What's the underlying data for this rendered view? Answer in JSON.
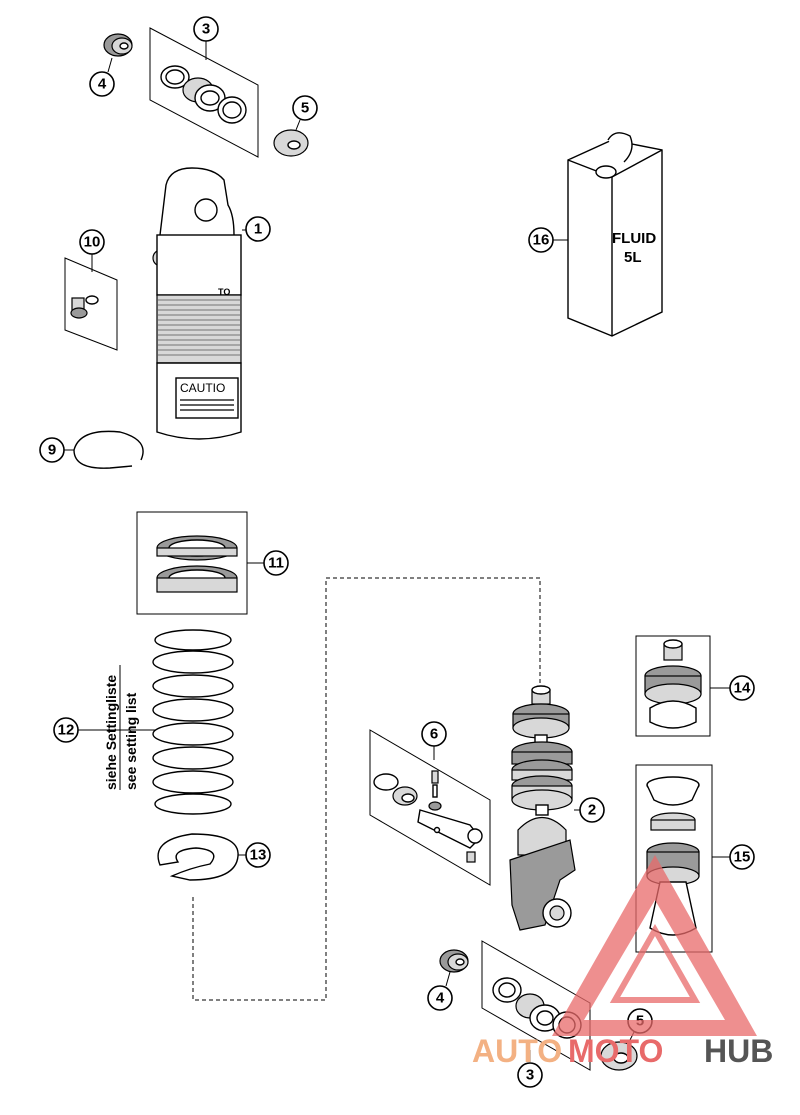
{
  "callouts": {
    "c1": "1",
    "c2": "2",
    "c3a": "3",
    "c3b": "3",
    "c4a": "4",
    "c4b": "4",
    "c5a": "5",
    "c5b": "5",
    "c6": "6",
    "c9": "9",
    "c10": "10",
    "c11": "11",
    "c12": "12",
    "c13": "13",
    "c14": "14",
    "c15": "15",
    "c16": "16"
  },
  "labels": {
    "spring_note_de": "siehe Settingliste",
    "spring_note_en": "see setting list",
    "can_line1": "FLUID",
    "can_line2": "5L",
    "caution": "CAUTIO"
  },
  "watermark": {
    "part1": "AUTO",
    "part2": "MOTO",
    "part3": "HUB",
    "color_orange": "#f3b183",
    "color_red": "#e86a6a",
    "color_grey": "#555555"
  }
}
